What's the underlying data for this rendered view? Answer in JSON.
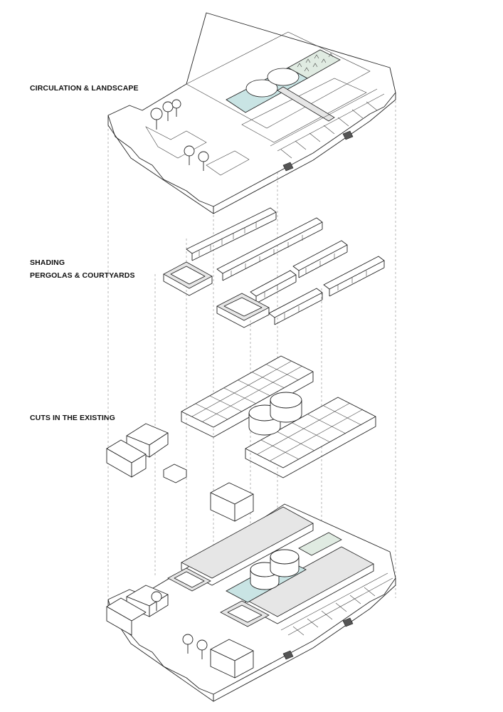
{
  "labels": {
    "circulation_landscape": "CIRCULATION & LANDSCAPE",
    "shading": "SHADING",
    "pergolas_courtyards": "PERGOLAS & COURTYARDS",
    "cuts_existing": "CUTS IN THE EXISTING"
  },
  "colors": {
    "line": "#222222",
    "water": "#c9e4e4",
    "planting": "#e0ebe2",
    "roof": "#e6e6e6",
    "background": "#ffffff"
  }
}
